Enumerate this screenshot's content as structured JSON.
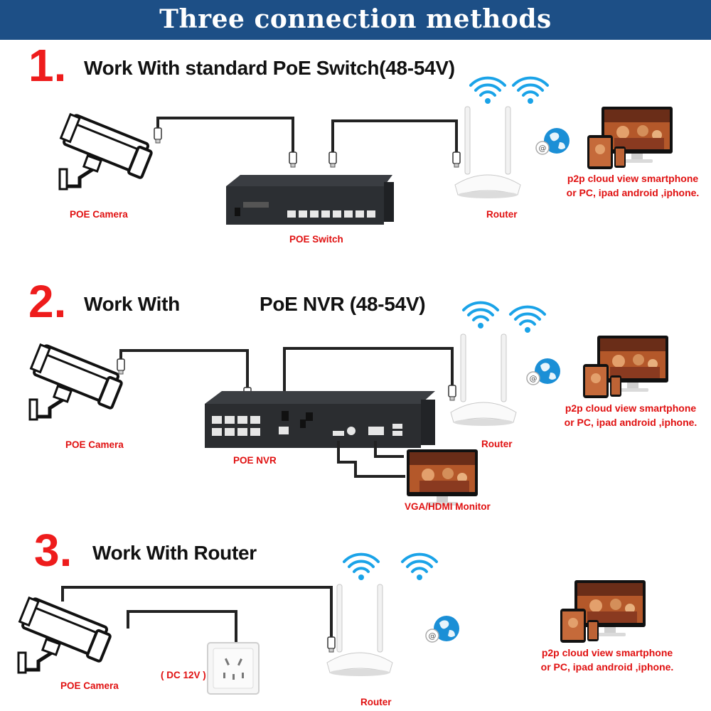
{
  "header": {
    "title": "Three connection methods"
  },
  "sections": [
    {
      "number": "1.",
      "title": "Work With standard PoE Switch(48-54V)",
      "labels": {
        "camera": "POE Camera",
        "switch": "POE Switch",
        "router": "Router",
        "clients_line1": "p2p cloud  view smartphone",
        "clients_line2": "or PC, ipad android ,iphone."
      }
    },
    {
      "number": "2.",
      "title_left": "Work With",
      "title_right": "PoE NVR (48-54V)",
      "labels": {
        "camera": "POE Camera",
        "nvr": "POE NVR",
        "router": "Router",
        "monitor": "VGA/HDMI Monitor",
        "clients_line1": "p2p cloud  view smartphone",
        "clients_line2": "or PC, ipad android ,iphone."
      }
    },
    {
      "number": "3.",
      "title": "Work With Router",
      "labels": {
        "camera": "POE Camera",
        "power": "( DC 12V )",
        "router": "Router",
        "clients_line1": "p2p cloud  view smartphone",
        "clients_line2": "or PC, ipad android ,iphone."
      }
    }
  ],
  "colors": {
    "banner": "#1d4f86",
    "section_number": "#ee1c1c",
    "caption": "#e01010",
    "wifi": "#1aa3e8",
    "cable": "#222222"
  },
  "icons": [
    "camera-icon",
    "poe-switch-icon",
    "router-icon",
    "wifi-icon",
    "cloud-globe-icon",
    "monitor-icon",
    "tablet-icon",
    "phone-icon",
    "nvr-icon",
    "power-outlet-icon"
  ]
}
